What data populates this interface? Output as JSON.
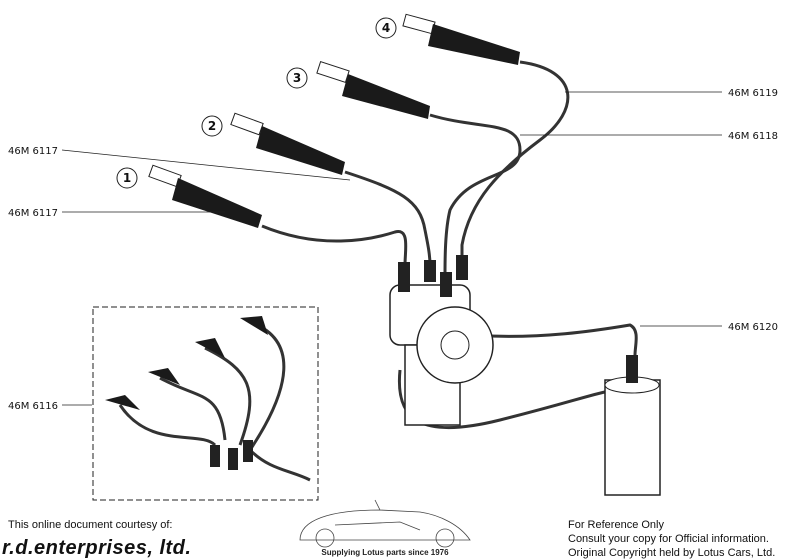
{
  "diagram": {
    "plug_numbers": [
      "1",
      "2",
      "3",
      "4"
    ],
    "part_labels": {
      "lead_1": "46M 6117",
      "lead_2": "46M 6117",
      "lead_3": "46M 6118",
      "lead_4": "46M 6119",
      "coil_lead": "46M 6120",
      "lead_set": "46M 6116"
    }
  },
  "footer": {
    "courtesy": "This online document courtesy of:",
    "brand": "r.d.enterprises, ltd.",
    "tagline": "Supplying Lotus parts since 1976",
    "notice_1": "For Reference Only",
    "notice_2": "Consult your copy for Official information.",
    "notice_3": "Original Copyright held by Lotus Cars, Ltd."
  }
}
